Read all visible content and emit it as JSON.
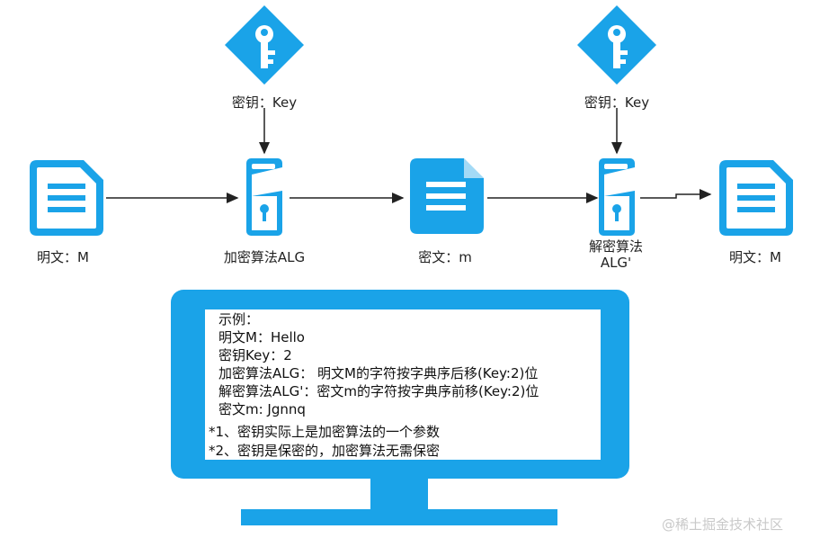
{
  "diagram": {
    "key_label_left": "密钥：Key",
    "key_label_right": "密钥：Key",
    "plaintext_left_label": "明文：M",
    "encrypt_label": "加密算法ALG",
    "ciphertext_label": "密文：m",
    "decrypt_label_line1": "解密算法",
    "decrypt_label_line2": "ALG'",
    "plaintext_right_label": "明文：M"
  },
  "monitor": {
    "lines": [
      "示例：",
      "明文M：Hello",
      "密钥Key：2",
      "加密算法ALG：  明文M的字符按字典序后移(Key:2)位",
      "解密算法ALG'：密文m的字符按字典序前移(Key:2)位",
      "密文m: Jgnnq"
    ],
    "notes": [
      "*1、密钥实际上是加密算法的一个参数",
      "*2、密钥是保密的，加密算法无需保密"
    ]
  },
  "watermark": "@稀土掘金技术社区",
  "colors": {
    "accent": "#1aa3e8",
    "arrow": "#222222"
  }
}
